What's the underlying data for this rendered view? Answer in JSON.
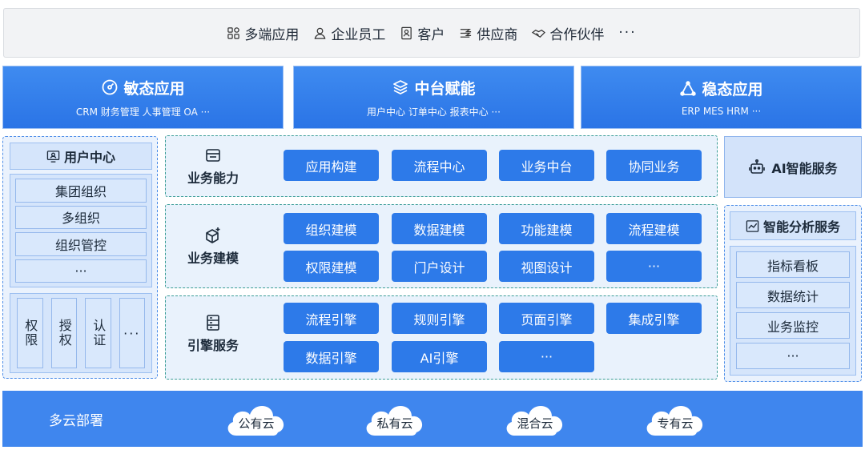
{
  "ends": [
    "多端应用",
    "企业员工",
    "客户",
    "供应商",
    "合作伙伴",
    "···"
  ],
  "apps": [
    {
      "title": "敏态应用",
      "sub": "CRM  财务管理  人事管理  OA ···"
    },
    {
      "title": "中台赋能",
      "sub": "用户中心  订单中心  报表中心 ···"
    },
    {
      "title": "稳态应用",
      "sub": "ERP MES HRM ···"
    }
  ],
  "user_center": {
    "title": "用户中心",
    "items": [
      "集团组织",
      "多组织",
      "组织管控",
      "···"
    ],
    "auth": [
      "权限",
      "授权",
      "认证",
      "···"
    ]
  },
  "capabilities": [
    {
      "label": "业务能力",
      "buttons": [
        "应用构建",
        "流程中心",
        "业务中台",
        "协同业务"
      ]
    },
    {
      "label": "业务建模",
      "buttons": [
        "组织建模",
        "数据建模",
        "功能建模",
        "流程建模",
        "权限建模",
        "门户设计",
        "视图设计",
        "···"
      ]
    },
    {
      "label": "引擎服务",
      "buttons": [
        "流程引擎",
        "规则引擎",
        "页面引擎",
        "集成引擎",
        "数据引擎",
        "AI引擎",
        "···"
      ]
    }
  ],
  "ai_service": "AI智能服务",
  "analysis": {
    "title": "智能分析服务",
    "items": [
      "指标看板",
      "数据统计",
      "业务监控",
      "···"
    ]
  },
  "cloud": {
    "title": "多云部署",
    "items": [
      "公有云",
      "私有云",
      "混合云",
      "专有云"
    ]
  },
  "colors": {
    "primary": "#2d7ae9",
    "app_card": "#3a84ee",
    "light_panel": "#eaf2fd",
    "dashed_teal": "#3a9d96",
    "dashed_blue": "#4e8ee8"
  }
}
